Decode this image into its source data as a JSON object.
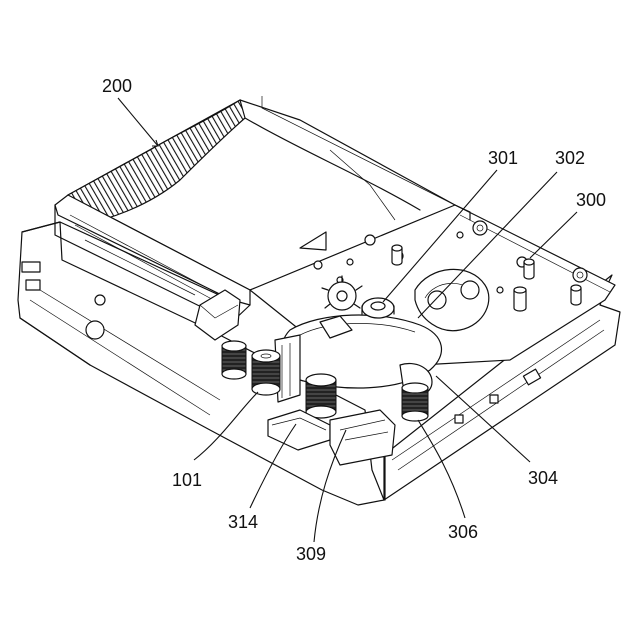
{
  "figure": {
    "labels": {
      "l200": "200",
      "l301": "301",
      "l302": "302",
      "l300": "300",
      "l101": "101",
      "l314": "314",
      "l309": "309",
      "l304": "304",
      "l306": "306"
    }
  }
}
